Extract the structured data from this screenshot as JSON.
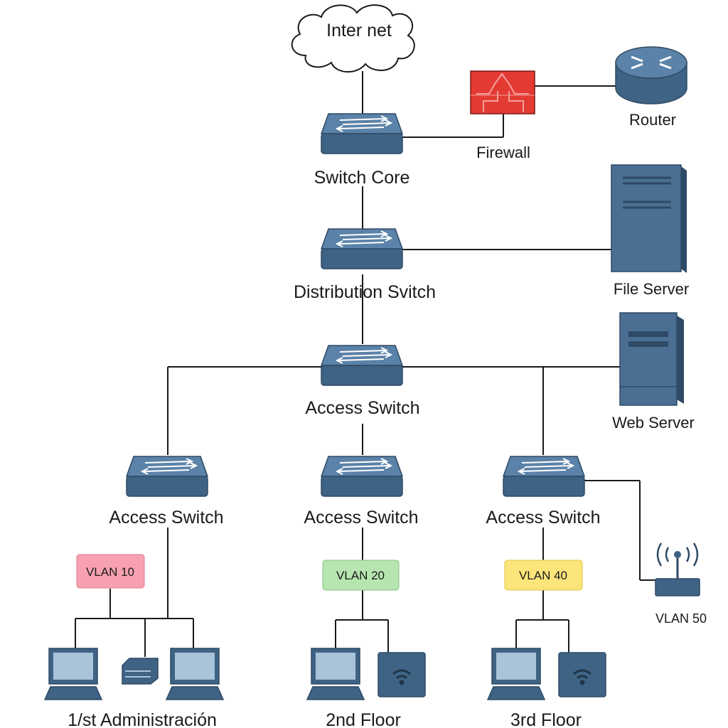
{
  "nodes": {
    "internet": "Inter net",
    "switch_core": "Switch Core",
    "firewall": "Firewall",
    "router": "Router",
    "distribution_switch": "Distribution Svitch",
    "file_server": "File Server",
    "access_switch_main": "Access Switch",
    "web_server": "Web Server",
    "access_switch_left": "Access Switch",
    "access_switch_middle": "Access Switch",
    "access_switch_right": "Access Switch"
  },
  "vlans": {
    "vlan10": "VLAN 10",
    "vlan20": "VLAN 20",
    "vlan40": "VLAN 40",
    "vlan50": "VLAN 50"
  },
  "floors": {
    "first": "1/st  Administración",
    "second": "2nd Floor",
    "third": "3rd Floor"
  },
  "colors": {
    "device_blue": "#3f6384",
    "device_top": "#5b82a8",
    "firewall_red": "#e43a34",
    "vlan10_fill": "#f7a1b0",
    "vlan20_fill": "#b7e5b0",
    "vlan40_fill": "#fbe57a"
  }
}
